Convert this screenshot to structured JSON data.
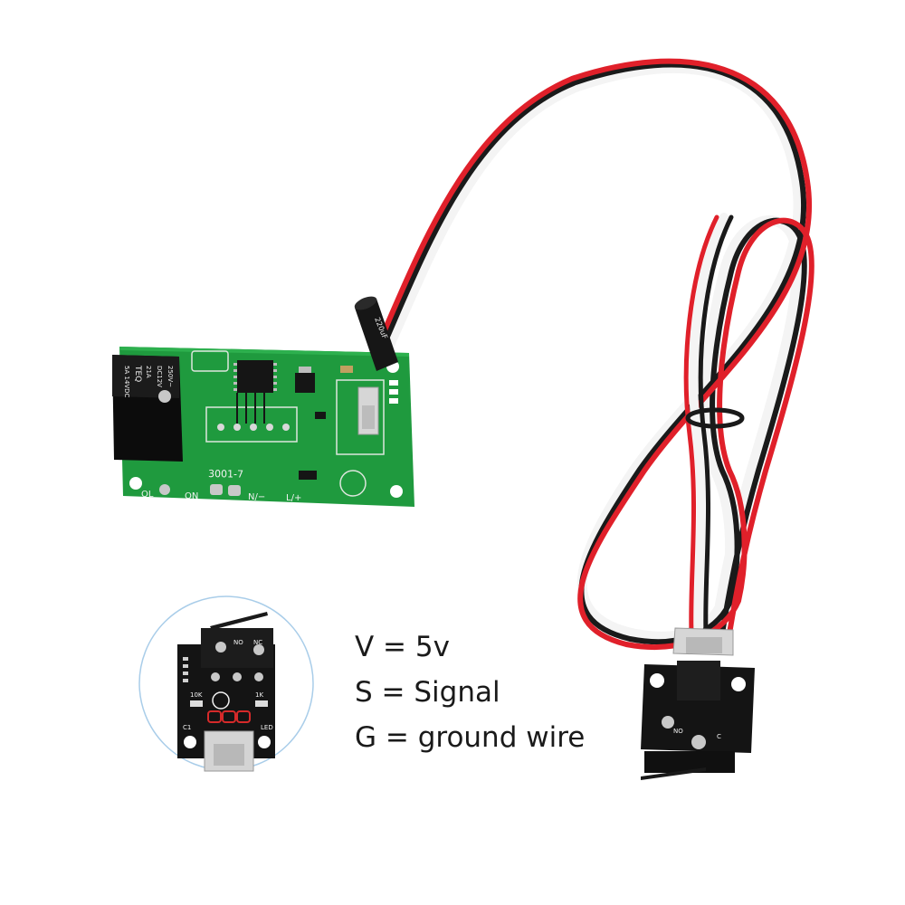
{
  "legend": {
    "v_line": "V = 5v",
    "s_line": "S = Signal",
    "g_line": "G = ground wire"
  },
  "board": {
    "pcb_marking": "3001-7",
    "terminal_labels": [
      "OL",
      "ON",
      "N/−",
      "L/+"
    ],
    "relay_brand": "TEQ",
    "relay_text": [
      "21A",
      "5A 14VDC",
      "DC12V",
      "250V~"
    ],
    "capacitor_text": "220uF"
  },
  "switch_module": {
    "labels": [
      "NO",
      "NC",
      "10K",
      "1K",
      "LED",
      "C1",
      "C"
    ]
  },
  "colors": {
    "pcb_green": "#1f9a3e",
    "wire_red": "#e0202a",
    "wire_black": "#1a1a1a",
    "wire_white": "#f4f4f4",
    "module_pcb": "#141414",
    "inset_circle": "#a9cde9"
  }
}
